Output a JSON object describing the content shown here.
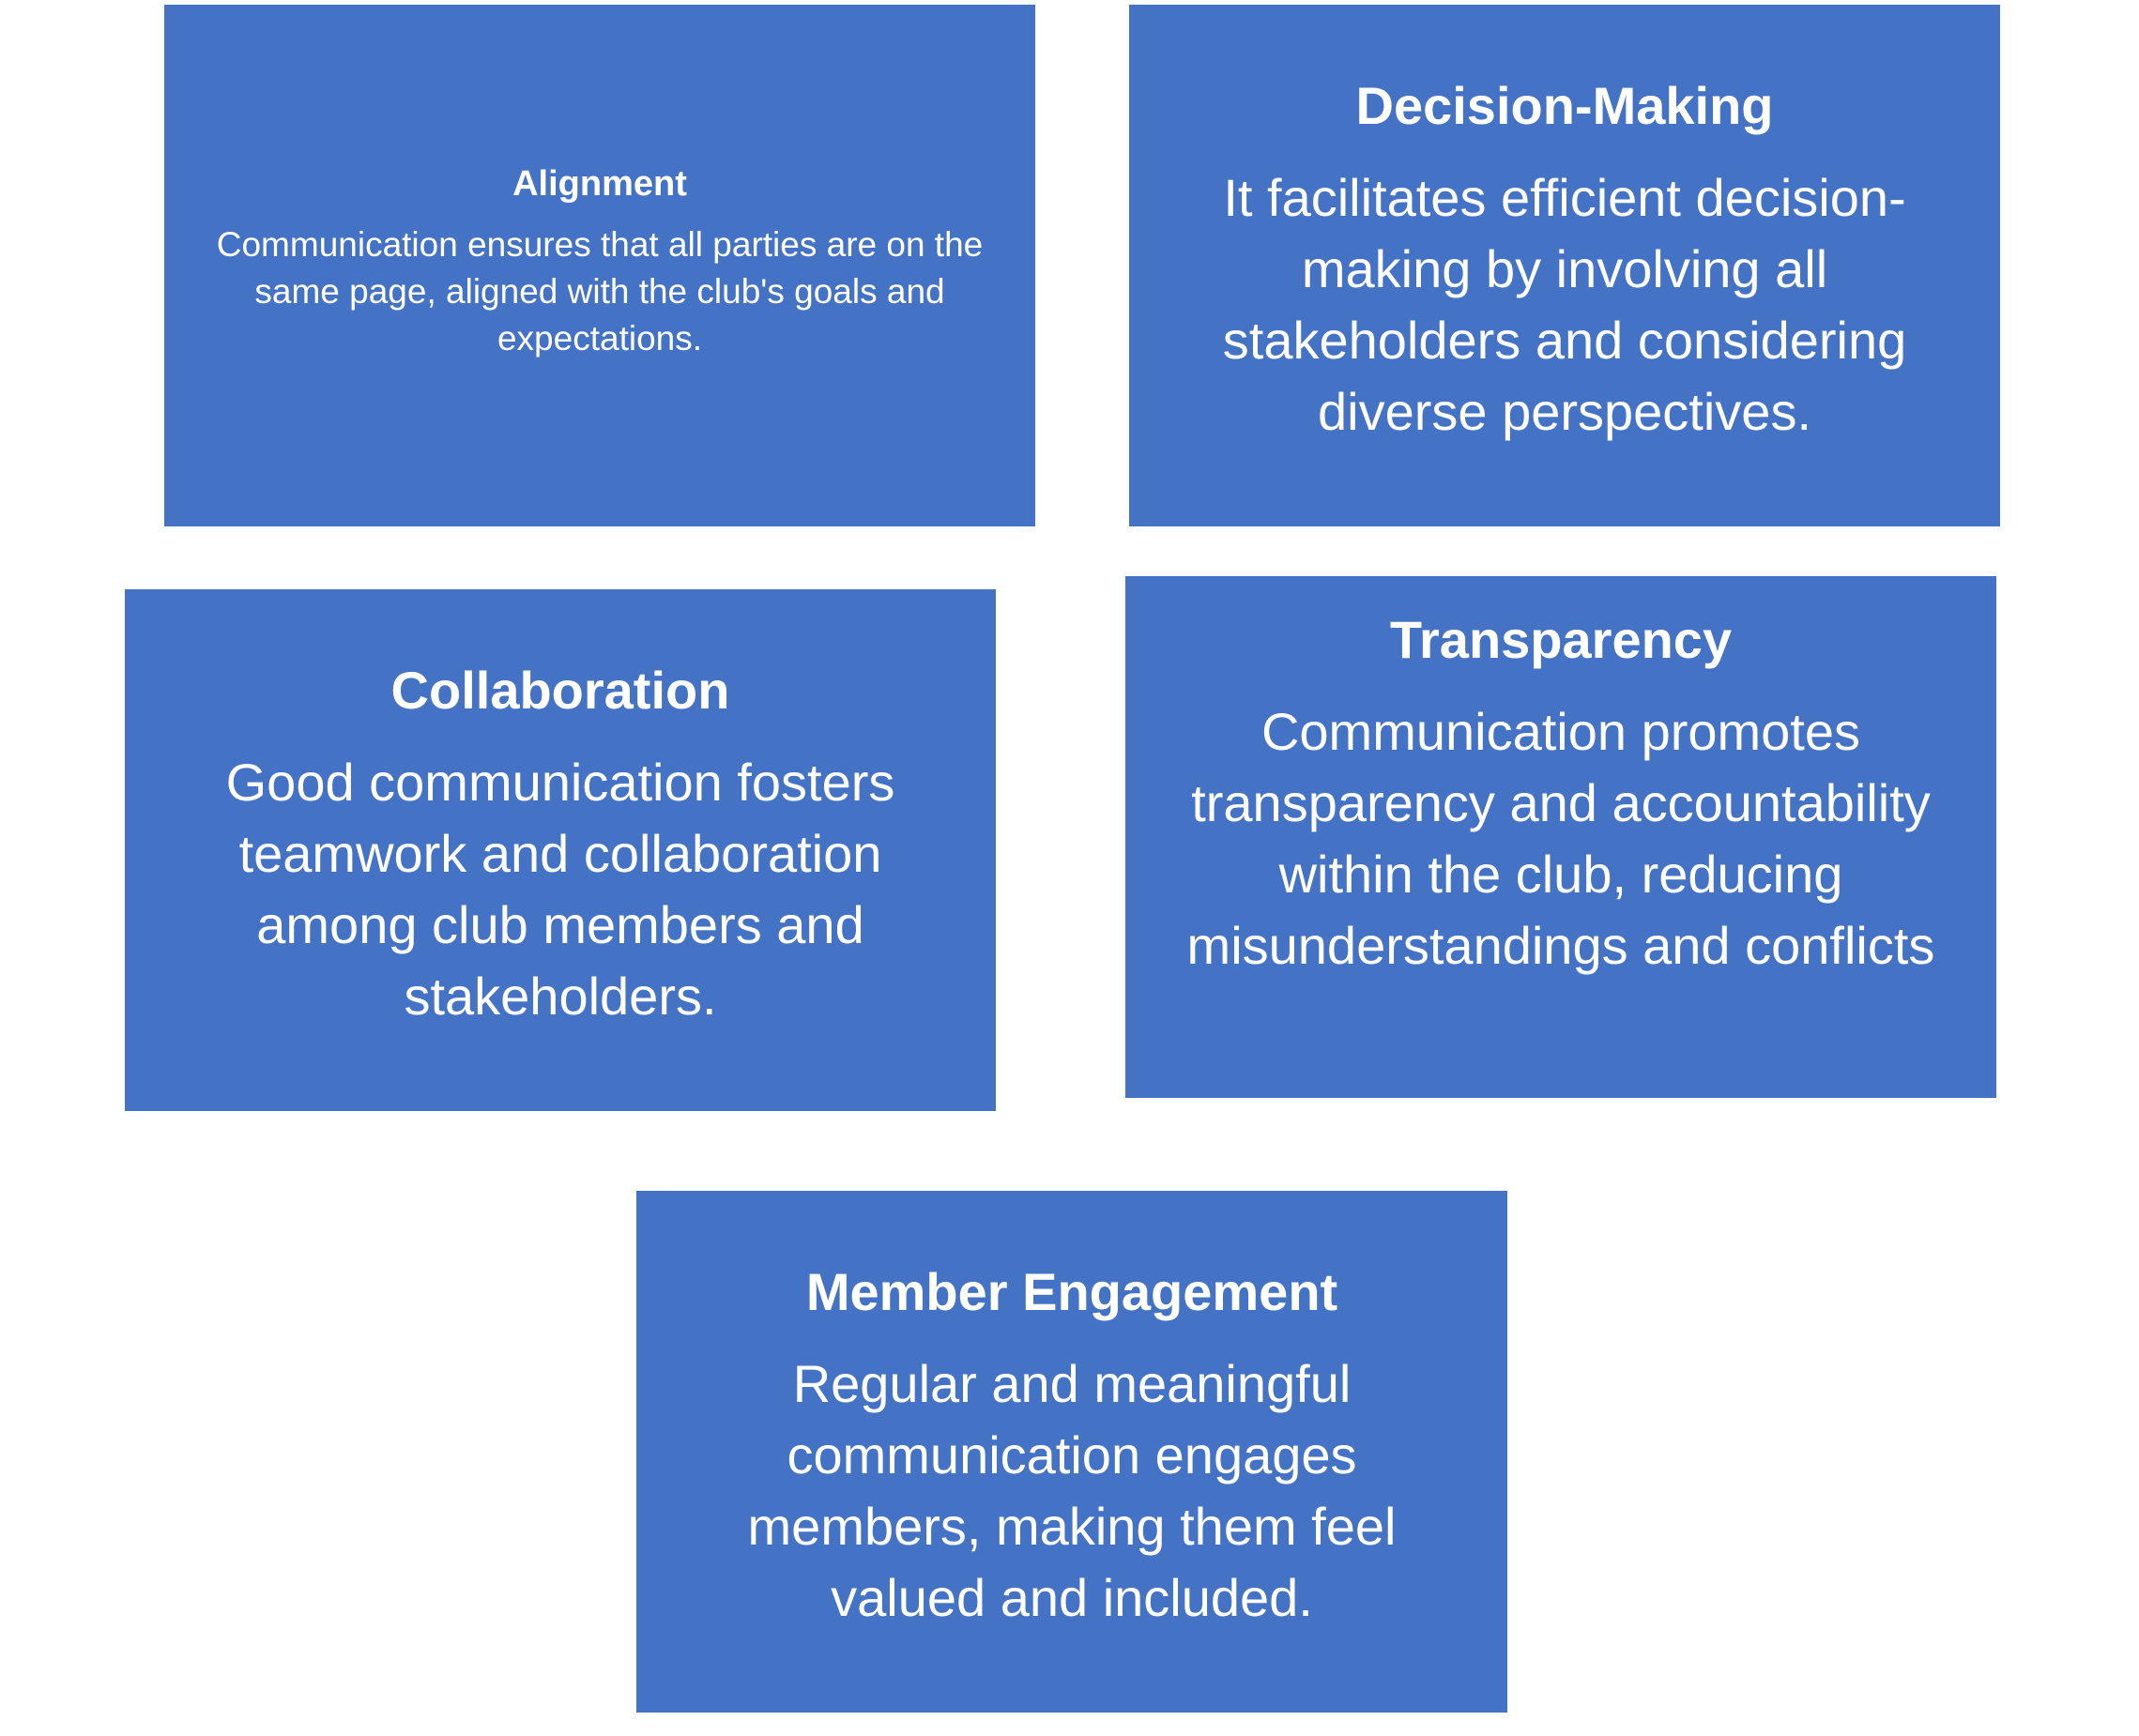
{
  "colors": {
    "box_fill": "#4472c4",
    "text": "#ffffff",
    "background": "#ffffff"
  },
  "boxes": {
    "alignment": {
      "title": "Alignment",
      "text": "Communication ensures that all parties are on the same page, aligned with the club's goals and expectations."
    },
    "decision_making": {
      "title": "Decision-Making",
      "text": "It facilitates efficient decision-making by involving all stakeholders and considering diverse perspectives."
    },
    "collaboration": {
      "title": "Collaboration",
      "text": "Good communication fosters teamwork and collaboration among club members and stakeholders."
    },
    "transparency": {
      "title": "Transparency",
      "text": "Communication promotes transparency and accountability within the club, reducing misunderstandings and conflicts"
    },
    "member_engagement": {
      "title": "Member Engagement",
      "text": "Regular and meaningful communication engages members, making them feel valued and included."
    }
  }
}
